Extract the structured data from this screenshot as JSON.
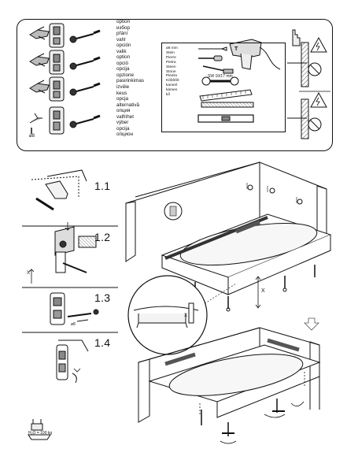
{
  "option_words": [
    "option",
    "избор",
    "přání",
    "vahl",
    "opción",
    "valik",
    "option",
    "opció",
    "opcija",
    "opzione",
    "pasirinkimas",
    "izvēle",
    "keus",
    "opcja",
    "alternativă",
    "опция",
    "valfrihet",
    "výber",
    "opcija",
    "опцион"
  ],
  "drill_label": "ø8",
  "tools_languages": [
    "ø8 mm",
    "Stein",
    "Pierre",
    "Pietra",
    "Steen",
    "Stone",
    "Piedra",
    "Kõõõõõ",
    "kameň",
    "kámen",
    "kő"
  ],
  "wrench_label": "SW 10/17 mm",
  "steps": [
    "1.1",
    "1.2",
    "1.3",
    "1.4"
  ],
  "step13_label": "ø8",
  "dimension_label": "X",
  "water_label": "H₂O = 100 kg"
}
